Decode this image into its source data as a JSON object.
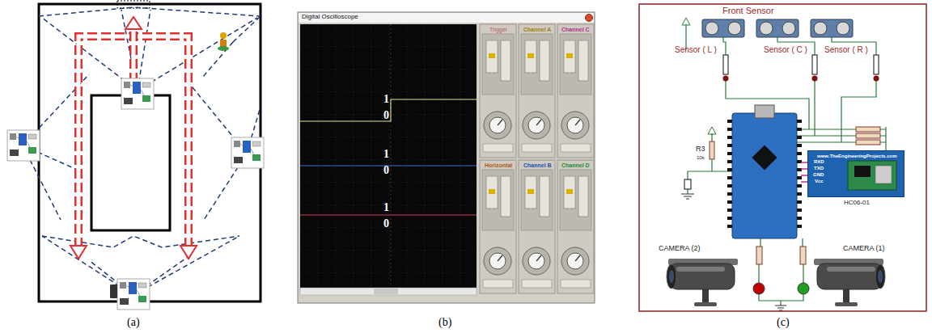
{
  "diagram": {
    "nodes": [
      {
        "text": [
          "Digital Oscilloscope"
        ]
      },
      {
        "text": [
          "www.TheEngineeringProjects.com",
          "HC06-01"
        ]
      }
    ],
    "labels": [
      "1",
      "0",
      "1",
      "0",
      "1",
      "0",
      "Trigger",
      "Channel A",
      "Channel C",
      "Horizontal",
      "Channel B",
      "Channel D",
      "Front Sensor",
      "Sensor ( L )",
      "Sensor ( C )",
      "Sensor ( R )",
      "R3",
      "10k",
      "RXD",
      "TXD",
      "GND",
      "Vcc",
      "CAMERA (2)",
      "CAMERA (1)",
      "(a)",
      "(b)",
      "(c)"
    ]
  }
}
